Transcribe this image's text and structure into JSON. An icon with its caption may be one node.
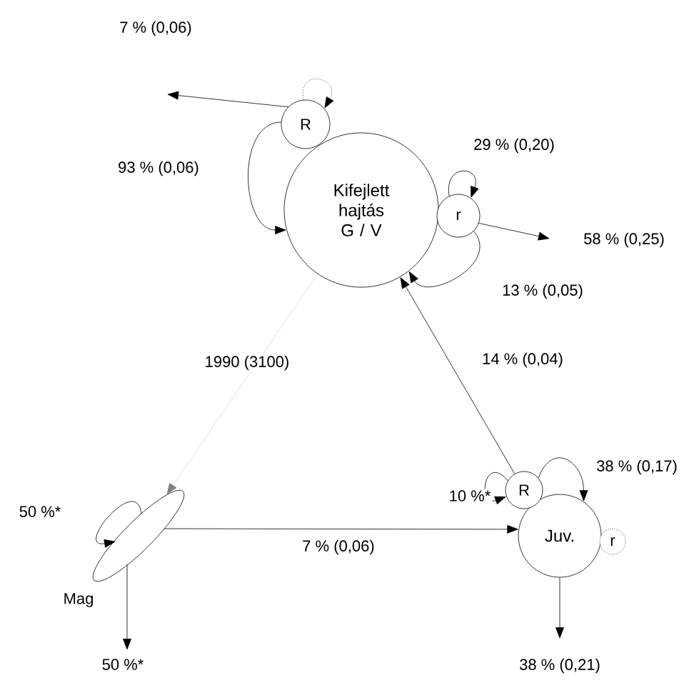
{
  "diagram": {
    "nodes": [
      {
        "text": [
          "Kifejlett hajtás G / V"
        ]
      },
      {
        "text": [
          "R"
        ]
      },
      {
        "text": [
          "r"
        ]
      },
      {
        "text": [],
        "shape": "ellipse",
        "beside": [
          "Mag"
        ]
      },
      {
        "text": [
          "Juv."
        ]
      },
      {
        "text": [
          "R"
        ]
      },
      {
        "text": [
          "r"
        ]
      }
    ],
    "edges": [
      {
        "from": 1,
        "to": null,
        "arrow": "to",
        "label": "7 % (0,06)"
      },
      {
        "from": 1,
        "to": 1,
        "arrow": "to",
        "style": "dashed"
      },
      {
        "from": 1,
        "to": 0,
        "arrow": "to",
        "label": "93 % (0,06)"
      },
      {
        "from": 2,
        "to": 2,
        "arrow": "to",
        "label": "29 % (0,20)"
      },
      {
        "from": 2,
        "to": null,
        "arrow": "to",
        "label": "58 % (0,25)"
      },
      {
        "from": 2,
        "to": 0,
        "arrow": "to",
        "label": "13 % (0,05)"
      },
      {
        "from": 0,
        "to": 3,
        "arrow": "to",
        "label": "1990 (3100)",
        "style": "dashed",
        "color": "#808080"
      },
      {
        "from": 5,
        "to": 0,
        "arrow": "to",
        "label": "14 % (0,04)"
      },
      {
        "from": 5,
        "to": 4,
        "arrow": "to",
        "label": "38 % (0,17)"
      },
      {
        "from": 5,
        "to": 5,
        "arrow": "to",
        "label": "10 %*"
      },
      {
        "from": 3,
        "to": 4,
        "arrow": "to",
        "label": "7 % (0,06)"
      },
      {
        "from": 3,
        "to": 3,
        "arrow": "to",
        "label": "50 %*"
      },
      {
        "from": 3,
        "to": null,
        "arrow": "to",
        "label": "50 %*"
      },
      {
        "from": 4,
        "to": null,
        "arrow": "to",
        "label": "38 % (0,21)"
      }
    ]
  }
}
